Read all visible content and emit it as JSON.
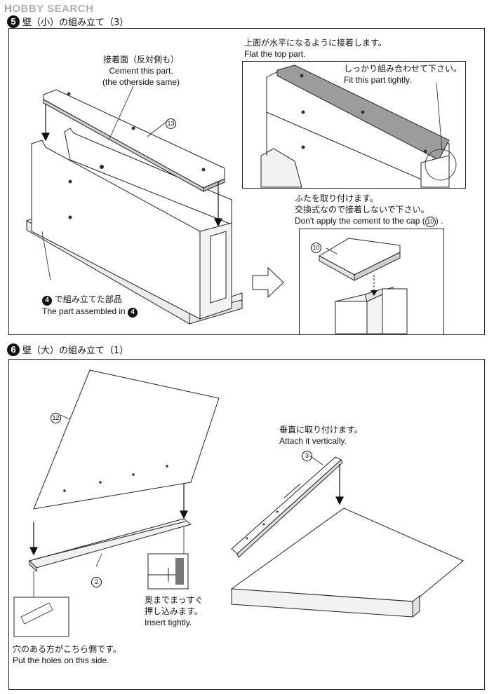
{
  "logo": {
    "prefix": "H",
    "word": "OBBY SEARCH"
  },
  "step5": {
    "number": "5",
    "title": "壁（小）の組み立て（3）",
    "cement_jp": "接着面（反対側も）",
    "cement_en1": "Cement this part.",
    "cement_en2": "(the otherside same)",
    "part13": "13",
    "assembled_jp": "で組み立てた部品",
    "assembled_en": "The part assembled in",
    "assembled_ref": "4",
    "flat_jp": "上面が水平になるように接着します。",
    "flat_en": "Flat the top part.",
    "tight_jp": "しっかり組み合わせて下さい。",
    "tight_en": "Fit this part tightly.",
    "cap_jp1": "ふたを取り付けます。",
    "cap_jp2": "交換式なので接着しないで下さい。",
    "cap_en": "Don't apply the cement to the cap",
    "cap_ref": "10",
    "part10": "10"
  },
  "step6": {
    "number": "6",
    "title": "壁（大）の組み立て（1）",
    "part12": "12",
    "part2": "2",
    "part3": "3",
    "vertical_jp": "垂直に取り付けます。",
    "vertical_en": "Attach it vertically.",
    "insert_jp1": "奥までまっすぐ",
    "insert_jp2": "押し込みます。",
    "insert_en": "Insert tightly.",
    "holes_jp": "穴のある方がこちら側です。",
    "holes_en": "Put the holes on this side."
  }
}
